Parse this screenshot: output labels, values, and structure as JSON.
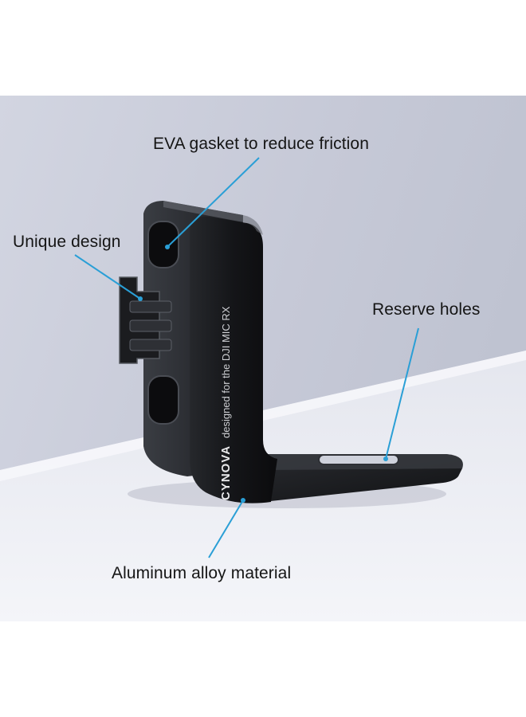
{
  "callouts": {
    "eva_gasket": "EVA gasket to reduce friction",
    "unique_design": "Unique design",
    "reserve_holes": "Reserve holes",
    "aluminum": "Aluminum alloy material"
  },
  "product": {
    "brand": "CYNOVA",
    "engraving": "designed for the DJI MIC RX"
  },
  "colors": {
    "leader_line": "#2a9fd6",
    "wall": "#c9ccd9",
    "floor": "#eceef4",
    "product": "#111214",
    "text": "#151515"
  }
}
